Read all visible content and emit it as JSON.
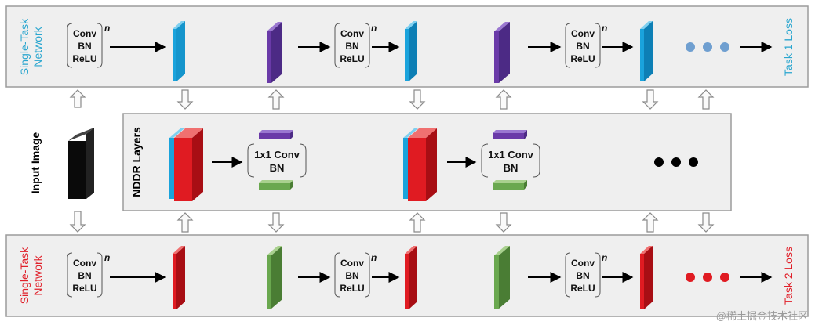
{
  "top_panel": {
    "side_label_line1": "Single-Task",
    "side_label_line2": "Network",
    "loss_label": "Task 1 Loss"
  },
  "bottom_panel": {
    "side_label_line1": "Single-Task",
    "side_label_line2": "Network",
    "loss_label": "Task 2 Loss"
  },
  "conv_block": {
    "line1": "Conv",
    "line2": "BN",
    "line3": "ReLU",
    "superscript": "n"
  },
  "nddr_block": {
    "line1": "1x1 Conv",
    "line2": "BN"
  },
  "middle_panel": {
    "label": "NDDR Layers"
  },
  "input_label": "Input Image",
  "watermark": "@稀土掘金技术社区",
  "colors": {
    "task1": "#1aa3dc",
    "task2": "#e01b22",
    "purple": "#6a3aa8",
    "green": "#6aa84f",
    "panel_bg": "#efefef",
    "panel_border": "#9c9c9c",
    "arrow_stroke": "#8a8a8a"
  }
}
